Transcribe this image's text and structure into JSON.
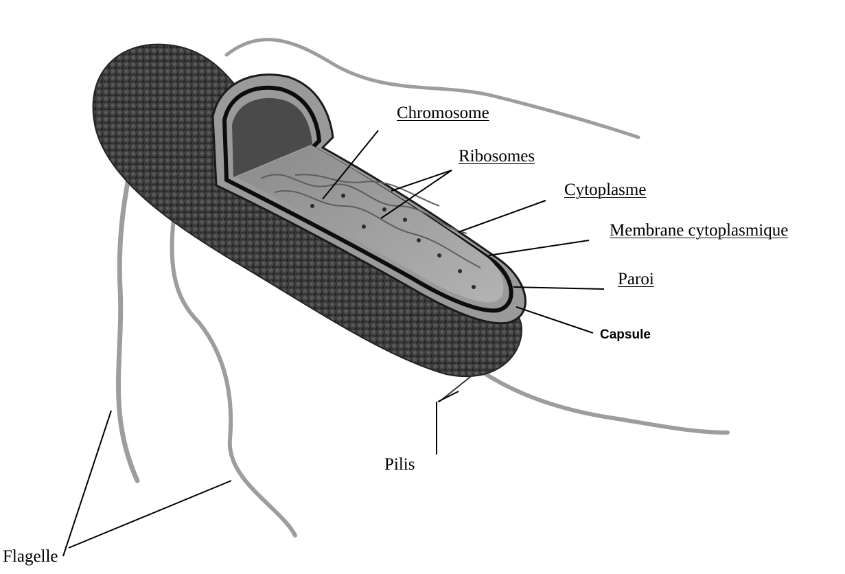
{
  "diagram": {
    "labels": {
      "chromosome": "Chromosome",
      "ribosomes": "Ribosomes",
      "cytoplasme": "Cytoplasme",
      "membrane": "Membrane cytoplasmique",
      "paroi": "Paroi",
      "capsule": "Capsule",
      "pilis": "Pilis",
      "flagelle": "Flagelle"
    },
    "colors": {
      "capsule_dark": "#2a2a2a",
      "cell_gray": "#8c8c8c",
      "cytoplasm": "#a9a9a9",
      "membrane": "#111111",
      "flagellum": "#9a9a9a"
    }
  }
}
